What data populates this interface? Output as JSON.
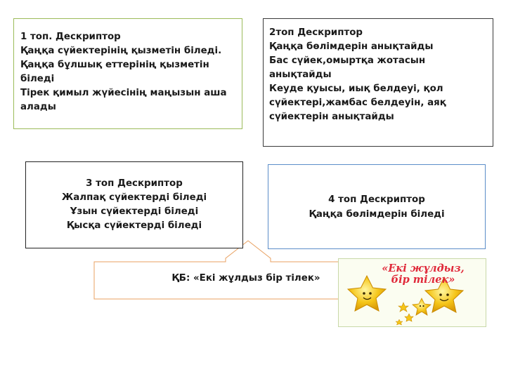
{
  "boxes": {
    "group1": {
      "lines": [
        "1 топ. Дескриптор",
        "Қаңқа сүйектерінің қызметін біледі.",
        "Қаңқа бұлшық еттерінің қызметін",
        "біледі",
        "Тірек қимыл жүйесінің маңызын аша",
        "алады"
      ]
    },
    "group2": {
      "lines": [
        "2топ Дескриптор",
        "Қаңқа бөлімдерін анықтайды",
        "Бас сүйек,омыртқа жотасын",
        "анықтайды",
        "Кеуде қуысы, иық белдеуі, қол",
        "сүйектері,жамбас белдеуін, аяқ",
        "сүйектерін анықтайды"
      ]
    },
    "group3": {
      "lines": [
        "3 топ Дескриптор",
        "Жалпақ сүйектерді біледі",
        "Ұзын сүйектерді біледі",
        "Қысқа сүйектерді біледі"
      ]
    },
    "group4": {
      "lines": [
        "4 топ Дескриптор",
        "Қаңқа бөлімдерін біледі"
      ]
    }
  },
  "callout": {
    "text": "ҚБ: «Екі жұлдыз бір тілек»"
  },
  "picture": {
    "caption_line1": "«Екі жұлдыз,",
    "caption_line2": "бір тілек»"
  },
  "colors": {
    "group1_border": "#9bbb59",
    "group4_border": "#5b8dc9",
    "callout_border": "#e8a060",
    "caption": "#e0293a",
    "star_fill": "#f5c518"
  }
}
